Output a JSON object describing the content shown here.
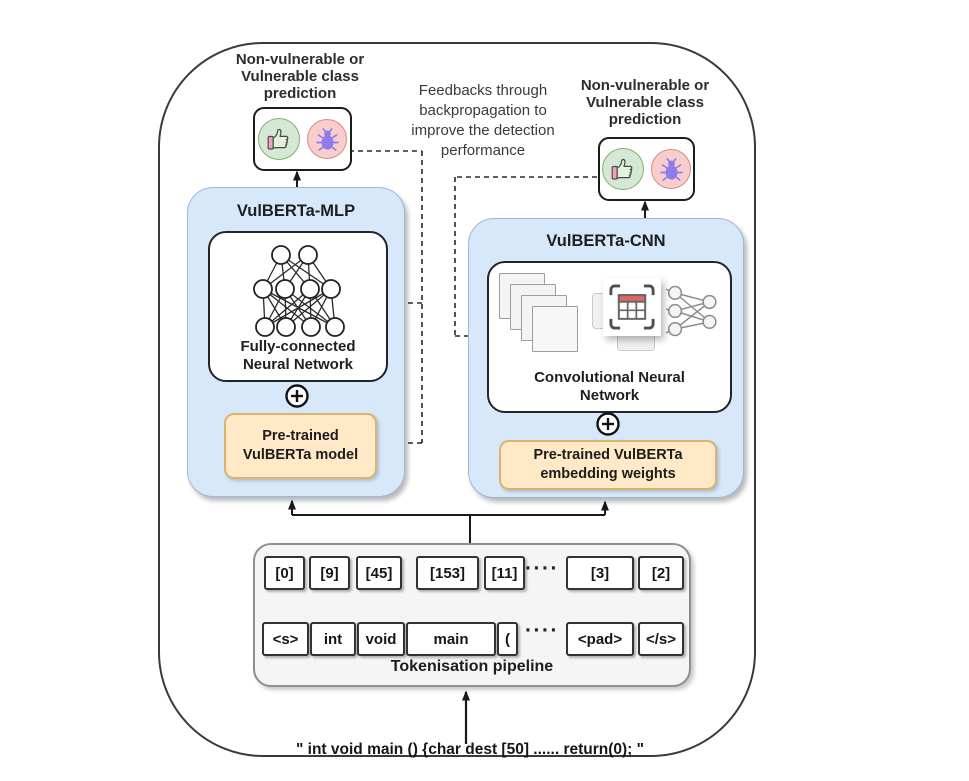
{
  "annotations": {
    "left_prediction_label": [
      "Non-vulnerable or",
      "Vulnerable class",
      "prediction"
    ],
    "right_prediction_label": [
      "Non-vulnerable or",
      "Vulnerable class",
      "prediction"
    ],
    "feedback_note": [
      "Feedbacks through",
      "backpropagation to",
      "improve the detection",
      "performance"
    ]
  },
  "mlp_model": {
    "title": "VulBERTa-MLP",
    "network_label": [
      "Fully-connected",
      "Neural Network"
    ],
    "pretrained_label": [
      "Pre-trained",
      "VulBERTa model"
    ]
  },
  "cnn_model": {
    "title": "VulBERTa-CNN",
    "network_label": [
      "Convolutional Neural",
      "Network"
    ],
    "pretrained_label": [
      "Pre-trained VulBERTa",
      "embedding weights"
    ]
  },
  "tokenisation": {
    "caption": "Tokenisation pipeline",
    "token_ids": [
      "[0]",
      "[9]",
      "[45]",
      "[153]",
      "[11]",
      "[3]",
      "[2]"
    ],
    "tokens": [
      "<s>",
      "int",
      "void",
      "main",
      "(",
      "<pad>",
      "</s>"
    ],
    "ellipsis_top": "····",
    "ellipsis_bottom": "····"
  },
  "input_code": "\" int void main () {char dest [50] ...... return(0); \"",
  "icons": {
    "thumbs_up": "thumbs-up",
    "bug": "bug",
    "fully_connected_network": "fully-connected-network",
    "feature_maps": "stacked-feature-maps",
    "conv_scan": "convolution-grid-scan",
    "small_network": "small-dense-network",
    "plus_circle": "circled-plus"
  },
  "colors": {
    "model_box_fill": "#d7e8fa",
    "model_box_border": "#9fb8d8",
    "pretrained_fill": "#ffe9c7",
    "pretrained_border": "#d8b46c",
    "thumbs_circle_fill": "#d5e8d4",
    "thumbs_circle_border": "#84b06b",
    "bug_circle_fill": "#f8cecc",
    "bug_circle_border": "#d98a87",
    "bug_glyph": "#8e7ce8",
    "pipeline_fill": "#f5f5f5"
  }
}
